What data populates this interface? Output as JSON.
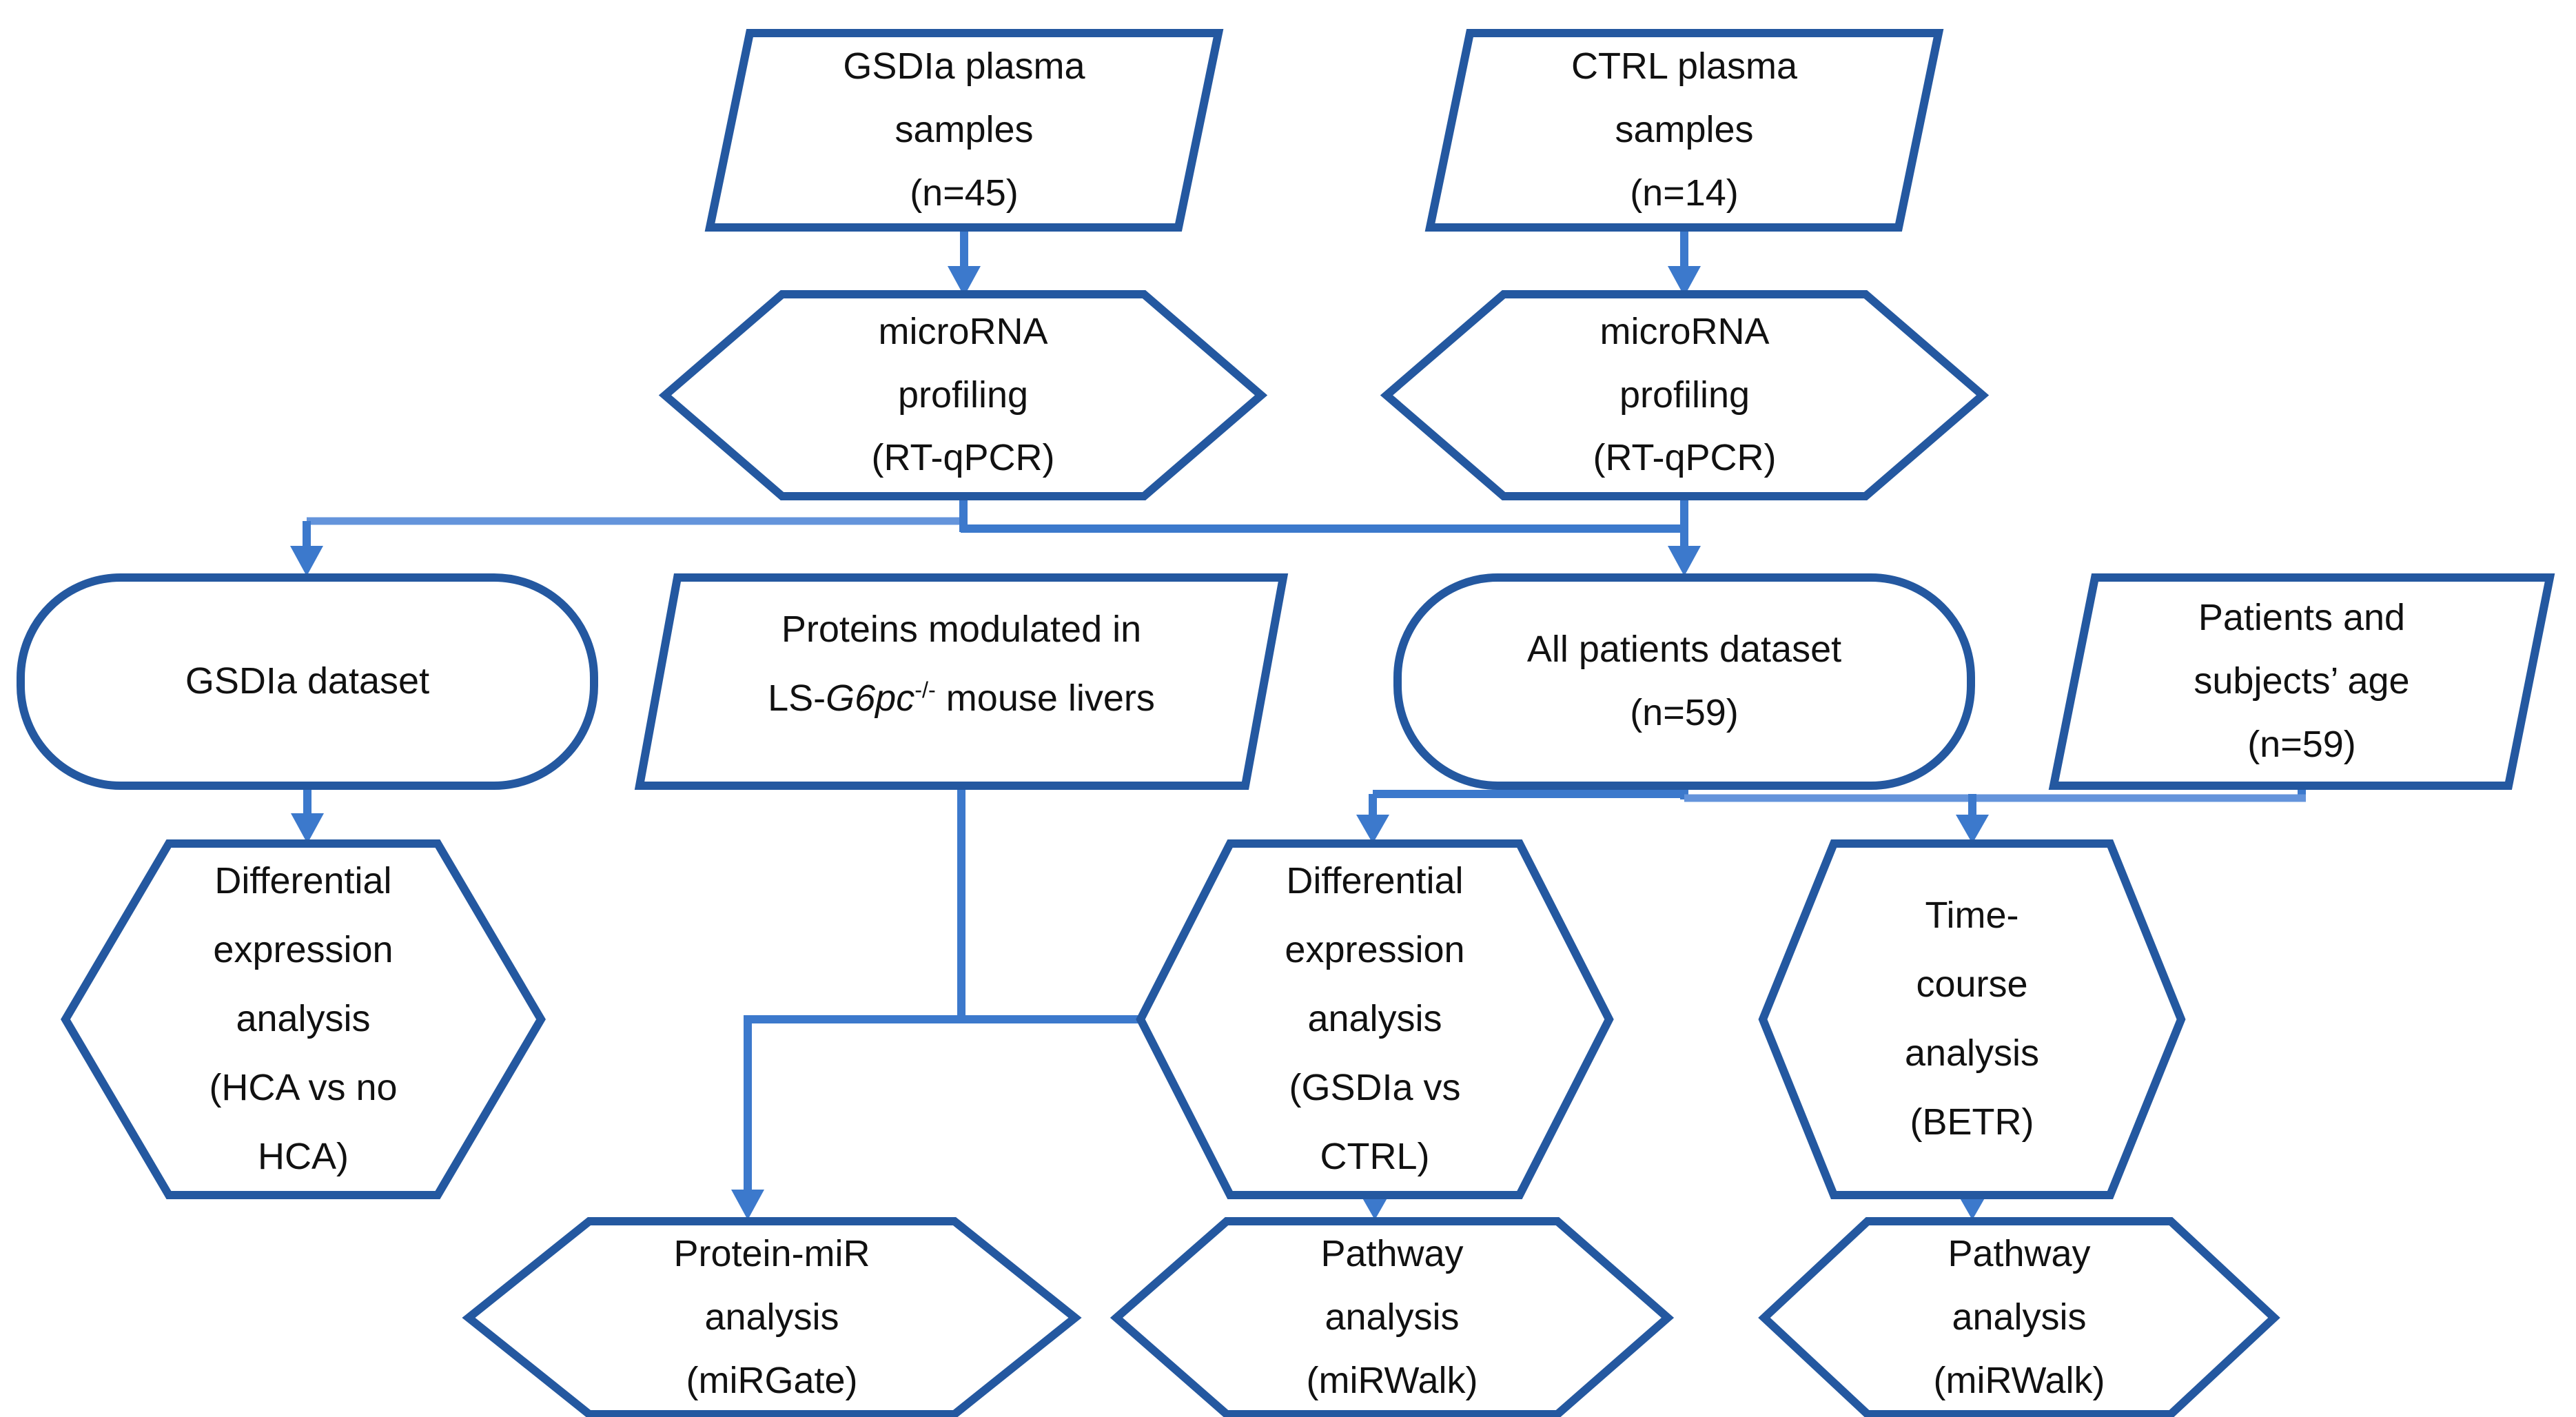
{
  "diagram": {
    "type": "flowchart",
    "colors": {
      "shape_border": "#2458A0",
      "connector": "#3C79CC",
      "connector_light": "#6494DB",
      "label_text": "#111111",
      "background": "#ffffff"
    },
    "nodes": {
      "gsdia_samples": {
        "shape": "parallelogram",
        "label": "GSDIa plasma\nsamples\n(n=45)"
      },
      "ctrl_samples": {
        "shape": "parallelogram",
        "label": "CTRL plasma\nsamples\n(n=14)"
      },
      "mirna_left": {
        "shape": "hexagon",
        "label": "microRNA\nprofiling\n(RT-qPCR)"
      },
      "mirna_right": {
        "shape": "hexagon",
        "label": "microRNA\nprofiling\n(RT-qPCR)"
      },
      "gsdia_dataset": {
        "shape": "rounded-rectangle",
        "label": "GSDIa dataset"
      },
      "proteins_modulated": {
        "shape": "parallelogram",
        "line1": "Proteins modulated in",
        "line2_prefix": "LS-",
        "line2_gene": "G6pc",
        "line2_sup": "-/-",
        "line2_suffix": " mouse livers"
      },
      "all_patients": {
        "shape": "rounded-rectangle",
        "label": "All patients dataset\n(n=59)"
      },
      "patients_age": {
        "shape": "parallelogram",
        "label": "Patients and\nsubjects’ age\n(n=59)"
      },
      "diff_expr_hca": {
        "shape": "hexagon",
        "label": "Differential\nexpression\nanalysis\n(HCA vs no\nHCA)"
      },
      "diff_expr_gsdia": {
        "shape": "hexagon",
        "label": "Differential\nexpression\nanalysis\n(GSDIa vs\nCTRL)"
      },
      "time_course": {
        "shape": "hexagon",
        "label": "Time-\ncourse\nanalysis\n(BETR)"
      },
      "protein_mir": {
        "shape": "hexagon",
        "label": "Protein-miR\nanalysis\n(miRGate)"
      },
      "pathway_mid": {
        "shape": "hexagon",
        "label": "Pathway\nanalysis\n(miRWalk)"
      },
      "pathway_right": {
        "shape": "hexagon",
        "label": "Pathway\nanalysis\n(miRWalk)"
      }
    },
    "edges": [
      {
        "from": "gsdia_samples",
        "to": "mirna_left"
      },
      {
        "from": "ctrl_samples",
        "to": "mirna_right"
      },
      {
        "from": "mirna_left",
        "to": "gsdia_dataset"
      },
      {
        "from": "mirna_left",
        "to": "all_patients"
      },
      {
        "from": "mirna_right",
        "to": "gsdia_dataset"
      },
      {
        "from": "mirna_right",
        "to": "all_patients"
      },
      {
        "from": "gsdia_dataset",
        "to": "diff_expr_hca"
      },
      {
        "from": "all_patients",
        "to": "diff_expr_gsdia"
      },
      {
        "from": "all_patients",
        "to": "time_course"
      },
      {
        "from": "patients_age",
        "to": "diff_expr_gsdia"
      },
      {
        "from": "patients_age",
        "to": "time_course"
      },
      {
        "from": "proteins_modulated",
        "to": "protein_mir"
      },
      {
        "from": "diff_expr_gsdia",
        "to": "protein_mir"
      },
      {
        "from": "diff_expr_gsdia",
        "to": "pathway_mid"
      },
      {
        "from": "time_course",
        "to": "pathway_right"
      }
    ]
  }
}
